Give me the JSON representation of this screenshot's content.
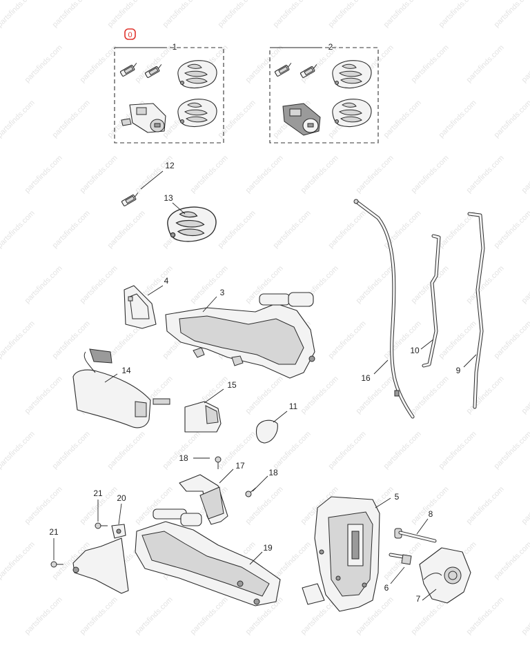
{
  "watermark": "partsfinds.com",
  "marker_label": "0",
  "callouts": {
    "c1": "1",
    "c2": "2",
    "c3": "3",
    "c4": "4",
    "c5": "5",
    "c6": "6",
    "c7": "7",
    "c8": "8",
    "c9": "9",
    "c10": "10",
    "c11": "11",
    "c12": "12",
    "c13": "13",
    "c14": "14",
    "c15": "15",
    "c16": "16",
    "c17": "17",
    "c18a": "18",
    "c18b": "18",
    "c19": "19",
    "c20": "20",
    "c21a": "21",
    "c21b": "21"
  }
}
